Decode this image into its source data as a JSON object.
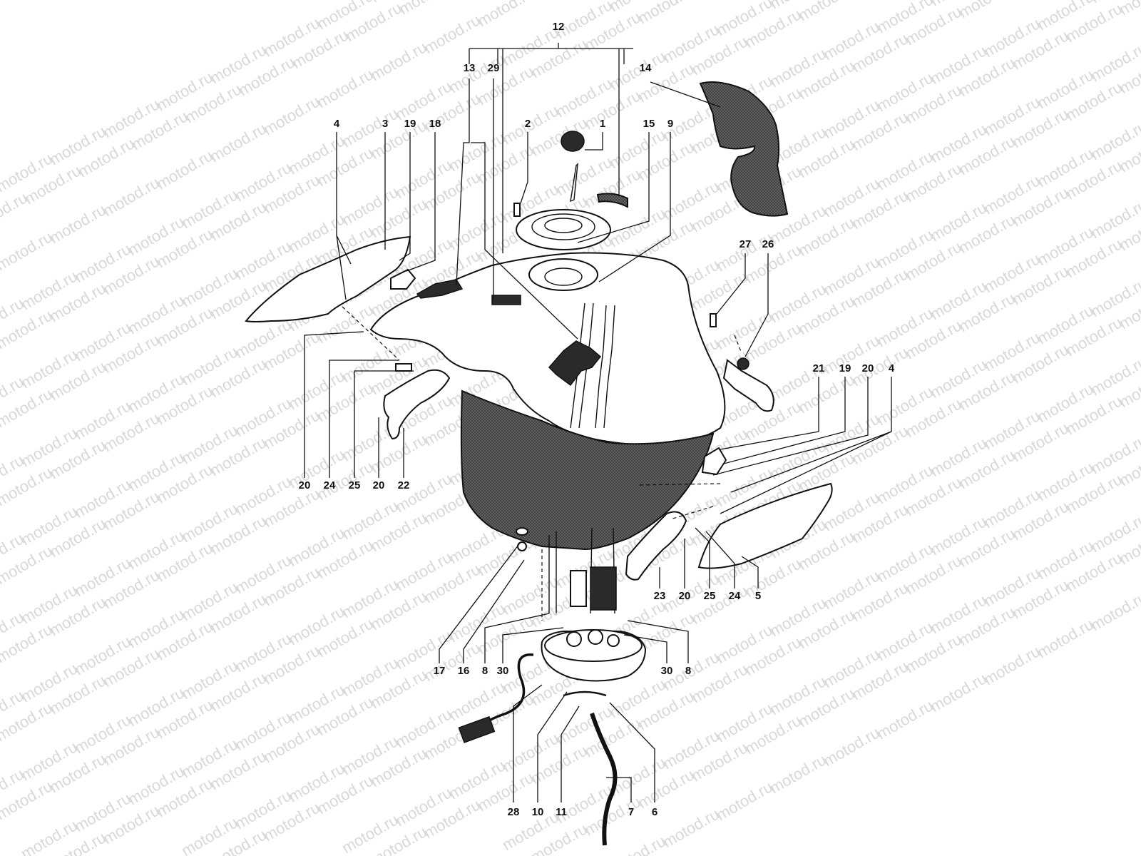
{
  "watermark": {
    "text": "motod.ru"
  },
  "callouts": [
    "1",
    "2",
    "3",
    "4",
    "4",
    "5",
    "6",
    "7",
    "8",
    "8",
    "9",
    "10",
    "11",
    "12",
    "13",
    "14",
    "15",
    "16",
    "17",
    "18",
    "19",
    "19",
    "20",
    "20",
    "20",
    "20",
    "21",
    "22",
    "23",
    "24",
    "24",
    "25",
    "25",
    "26",
    "27",
    "28",
    "29",
    "30",
    "30"
  ]
}
